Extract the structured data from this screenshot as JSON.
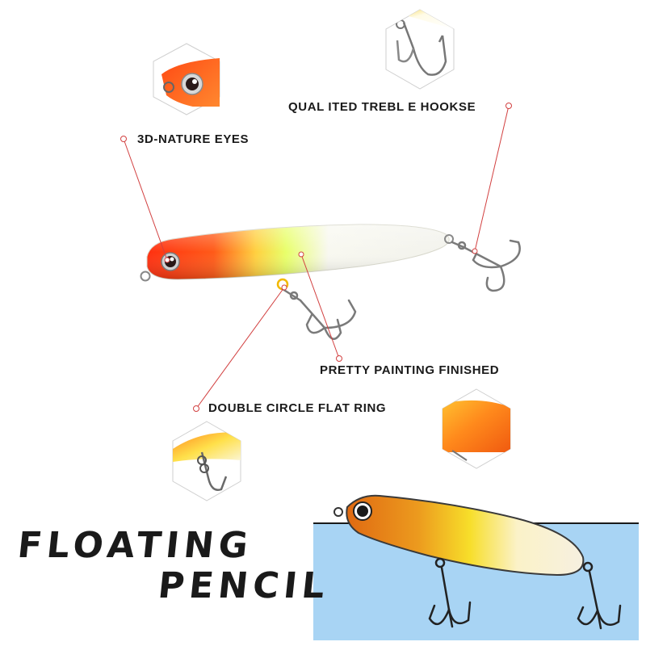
{
  "labels": {
    "eyes": "3D-NATURE EYES",
    "hooks": "QUAL ITED TREBL E HOOKSE",
    "painting": "PRETTY PAINTING FINISHED",
    "ring": "DOUBLE CIRCLE FLAT RING"
  },
  "title": {
    "line1": "FLOATING",
    "line2": "PENCIL"
  },
  "colors": {
    "head_red": "#ff3a10",
    "mid_yellow": "#e8ff60",
    "body_white": "#f4f4ee",
    "callout_line": "#d24040",
    "water": "#a8d4f4",
    "diagram_orange": "#e5781a",
    "diagram_yellow": "#f5d020",
    "diagram_cream": "#f8f2d8"
  }
}
